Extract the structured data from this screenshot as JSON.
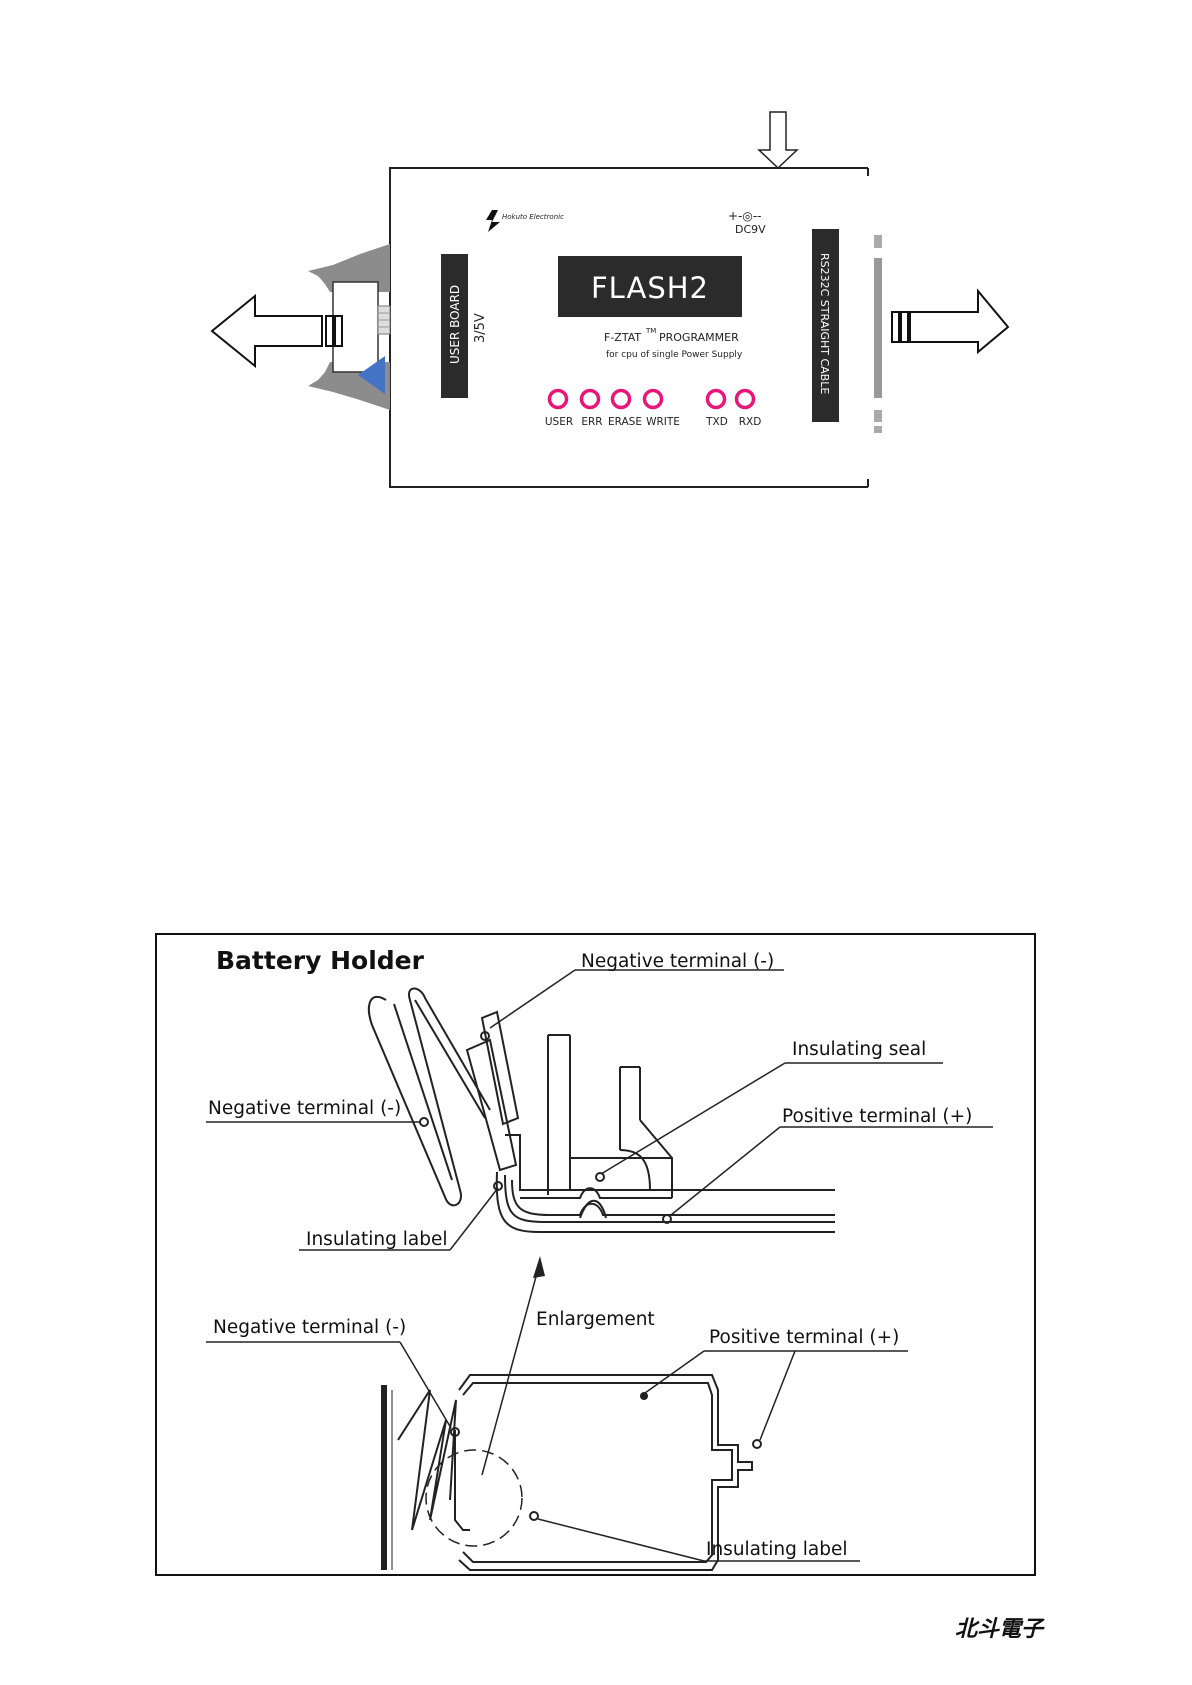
{
  "programmer": {
    "brand": "Hokuto Electronic",
    "power_symbol": "+-◎--",
    "power_label": "DC9V",
    "product_name": "FLASH2",
    "subtitle_prefix": "F-ZTAT",
    "subtitle_tm": "TM",
    "subtitle_suffix": "PROGRAMMER",
    "subtitle_line2": "for cpu of single Power Supply",
    "user_board_label": "USER BOARD",
    "voltage_label": "3/5V",
    "cable_label": "RS232C STRAIGHT CABLE",
    "leds": [
      "USER",
      "ERR",
      "ERASE",
      "WRITE",
      "TXD",
      "RXD"
    ],
    "colors": {
      "led": "#e8157a",
      "marker": "#4472c4",
      "panel": "#2b2b2b"
    }
  },
  "battery": {
    "title": "Battery Holder",
    "labels": {
      "neg_top": "Negative terminal (-)",
      "insulating_seal": "Insulating seal",
      "neg_left": "Negative terminal (-)",
      "pos_top": "Positive terminal (+)",
      "insulating_label_top": "Insulating label",
      "enlargement": "Enlargement",
      "neg_bottom": "Negative terminal (-)",
      "pos_bottom": "Positive terminal (+)",
      "insulating_label_bottom": "Insulating label"
    }
  },
  "footer": {
    "logo": "北斗電子"
  }
}
